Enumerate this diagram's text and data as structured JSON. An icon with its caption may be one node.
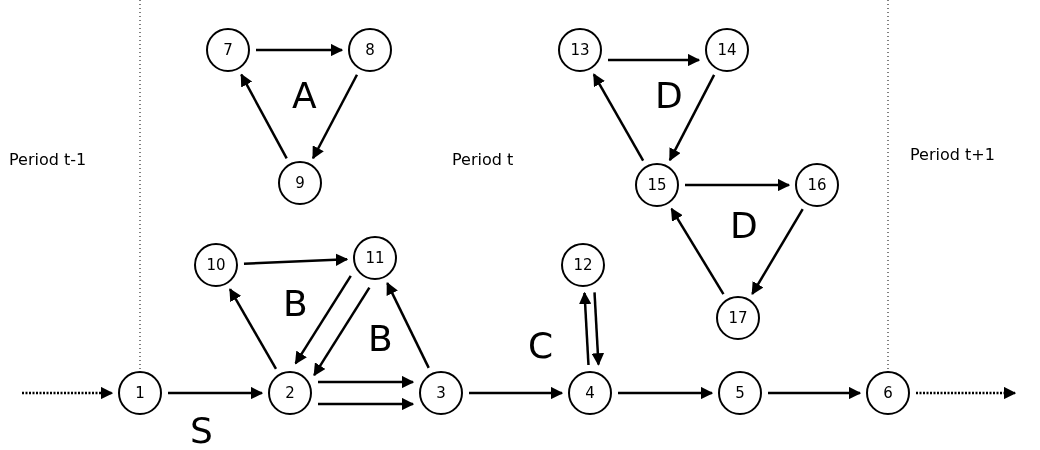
{
  "diagram": {
    "nodes": [
      {
        "text": [
          "1"
        ]
      },
      {
        "text": [
          "2"
        ]
      },
      {
        "text": [
          "3"
        ]
      },
      {
        "text": [
          "4"
        ]
      },
      {
        "text": [
          "5"
        ]
      },
      {
        "text": [
          "6"
        ]
      },
      {
        "text": [
          "7"
        ]
      },
      {
        "text": [
          "8"
        ]
      },
      {
        "text": [
          "9"
        ]
      },
      {
        "text": [
          "10"
        ]
      },
      {
        "text": [
          "11"
        ]
      },
      {
        "text": [
          "12"
        ]
      },
      {
        "text": [
          "13"
        ]
      },
      {
        "text": [
          "14"
        ]
      },
      {
        "text": [
          "15"
        ]
      },
      {
        "text": [
          "16"
        ]
      },
      {
        "text": [
          "17"
        ]
      }
    ],
    "edges": [
      {
        "from": null,
        "to": 0,
        "arrow": "to",
        "style": "dashed"
      },
      {
        "from": 0,
        "to": 1,
        "arrow": "to"
      },
      {
        "from": 1,
        "to": 2,
        "arrow": "to"
      },
      {
        "from": 1,
        "to": 2,
        "arrow": "to"
      },
      {
        "from": 2,
        "to": 3,
        "arrow": "to"
      },
      {
        "from": 3,
        "to": 4,
        "arrow": "to"
      },
      {
        "from": 4,
        "to": 5,
        "arrow": "to"
      },
      {
        "from": 5,
        "to": null,
        "arrow": "to",
        "style": "dashed"
      },
      {
        "from": 6,
        "to": 7,
        "arrow": "to"
      },
      {
        "from": 7,
        "to": 8,
        "arrow": "to"
      },
      {
        "from": 8,
        "to": 6,
        "arrow": "to"
      },
      {
        "from": 9,
        "to": 10,
        "arrow": "to"
      },
      {
        "from": 1,
        "to": 9,
        "arrow": "to"
      },
      {
        "from": 10,
        "to": 1,
        "arrow": "to"
      },
      {
        "from": 10,
        "to": 1,
        "arrow": "to"
      },
      {
        "from": 2,
        "to": 10,
        "arrow": "to"
      },
      {
        "from": 3,
        "to": 11,
        "arrow": "to"
      },
      {
        "from": 11,
        "to": 3,
        "arrow": "to"
      },
      {
        "from": 12,
        "to": 13,
        "arrow": "to"
      },
      {
        "from": 13,
        "to": 14,
        "arrow": "to"
      },
      {
        "from": 14,
        "to": 12,
        "arrow": "to"
      },
      {
        "from": 14,
        "to": 15,
        "arrow": "to"
      },
      {
        "from": 15,
        "to": 16,
        "arrow": "to"
      },
      {
        "from": 16,
        "to": 14,
        "arrow": "to"
      }
    ],
    "labels": [
      "Period t-1",
      "Period t",
      "Period t+1",
      "S",
      "A",
      "B",
      "B",
      "C",
      "D",
      "D"
    ]
  }
}
